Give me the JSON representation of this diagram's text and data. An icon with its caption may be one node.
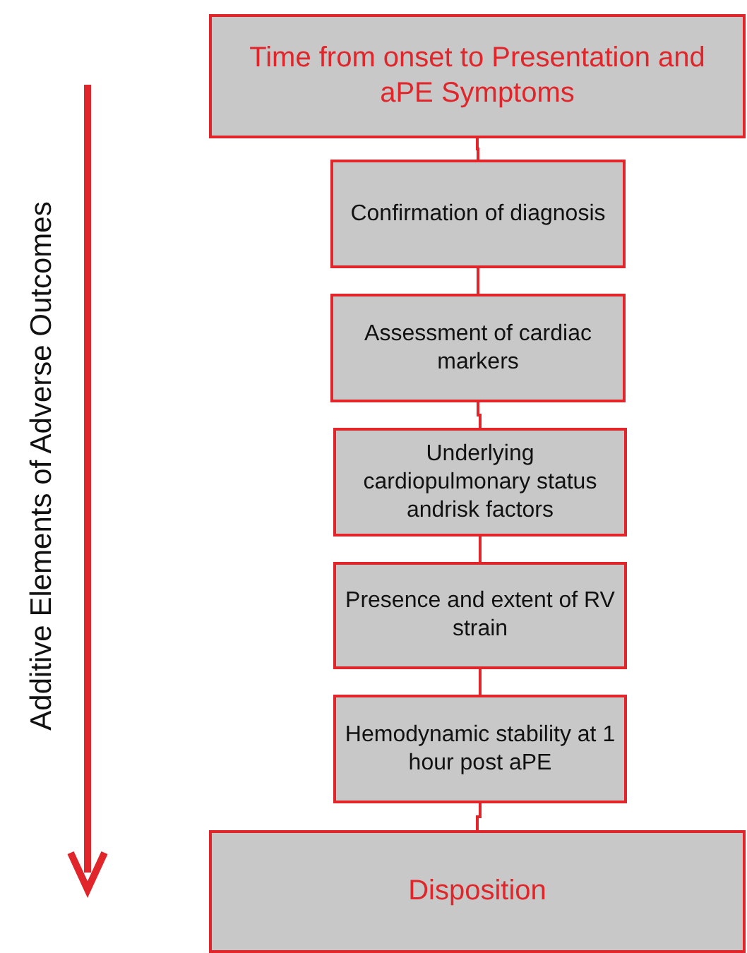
{
  "diagram": {
    "nodes": [
      {
        "text": [
          "Time from onset to Presentation and aPE Symptoms"
        ]
      },
      {
        "text": [
          "Confirmation of diagnosis"
        ]
      },
      {
        "text": [
          "Assessment of cardiac markers"
        ]
      },
      {
        "text": [
          "Underlying cardiopulmonary status andrisk factors"
        ]
      },
      {
        "text": [
          "Presence and extent of RV strain"
        ]
      },
      {
        "text": [
          "Hemodynamic stability at 1 hour post aPE"
        ]
      },
      {
        "text": [
          "Disposition"
        ]
      }
    ],
    "edges": [
      {
        "from": 0,
        "to": 1,
        "arrow": "none"
      },
      {
        "from": 1,
        "to": 2,
        "arrow": "none"
      },
      {
        "from": 2,
        "to": 3,
        "arrow": "none"
      },
      {
        "from": 3,
        "to": 4,
        "arrow": "none"
      },
      {
        "from": 4,
        "to": 5,
        "arrow": "none"
      },
      {
        "from": 5,
        "to": 6,
        "arrow": "none"
      }
    ],
    "labels": [
      "Additive Elements of Adverse Outcomes"
    ]
  }
}
